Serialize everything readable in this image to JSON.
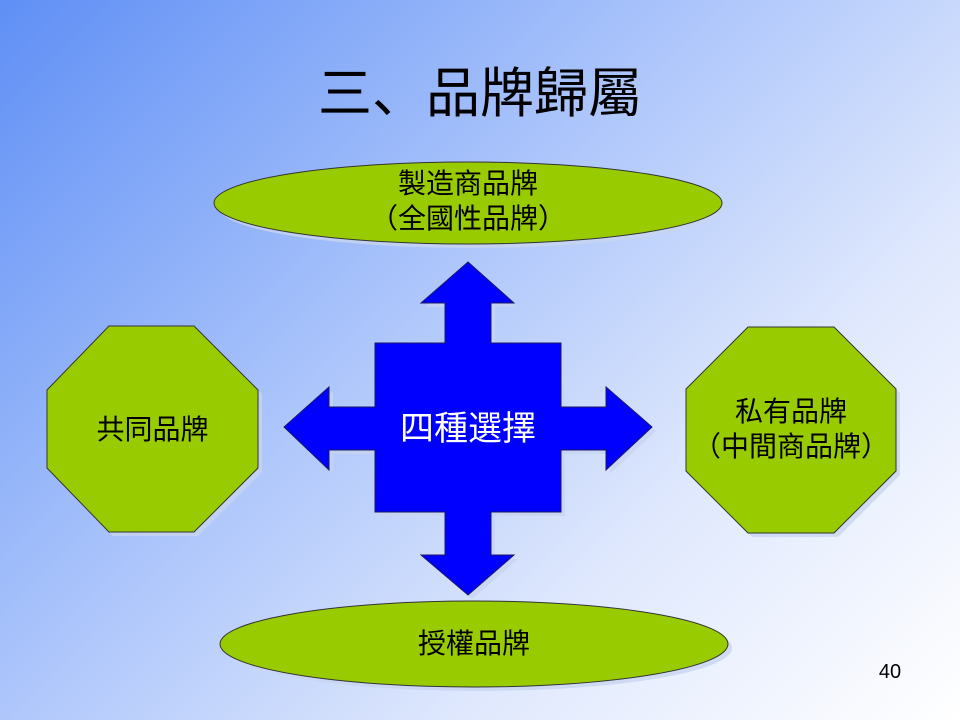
{
  "title": "三、品牌歸屬",
  "center_label": "四種選擇",
  "top": {
    "line1": "製造商品牌",
    "line2": "（全國性品牌）"
  },
  "left": {
    "line1": "共同品牌"
  },
  "right": {
    "line1": "私有品牌",
    "line2": "（中間商品牌）"
  },
  "bottom": {
    "line1": "授權品牌"
  },
  "page_number": "40",
  "colors": {
    "shape_green": "#99cc00",
    "arrow_blue": "#0000ff"
  }
}
